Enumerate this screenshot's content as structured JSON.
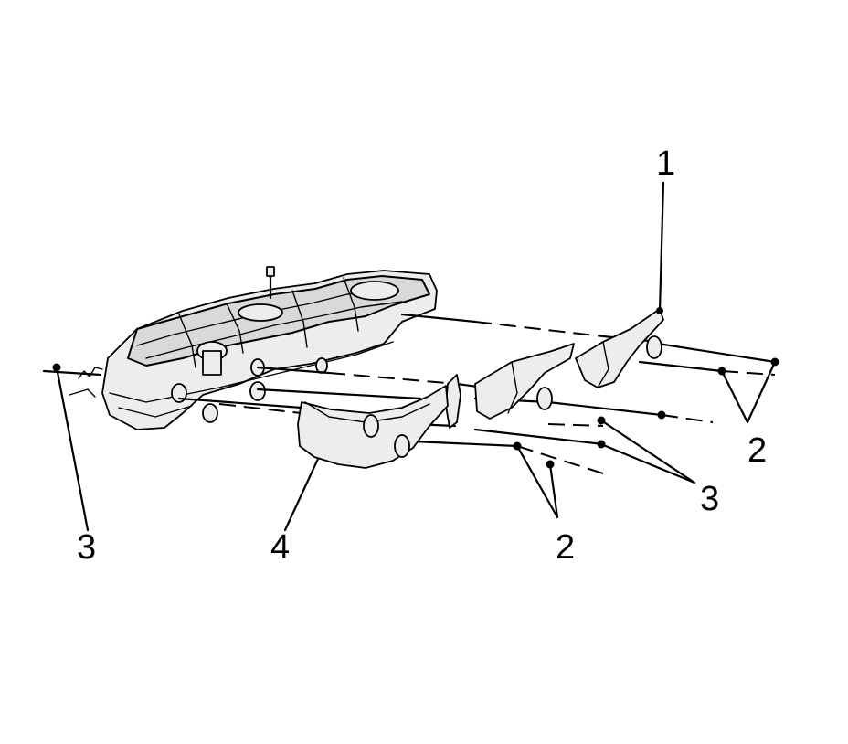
{
  "callouts": {
    "c1": "1",
    "c2a": "2",
    "c3a": "3",
    "c2b": "2",
    "c4": "4",
    "c3b": "3"
  }
}
